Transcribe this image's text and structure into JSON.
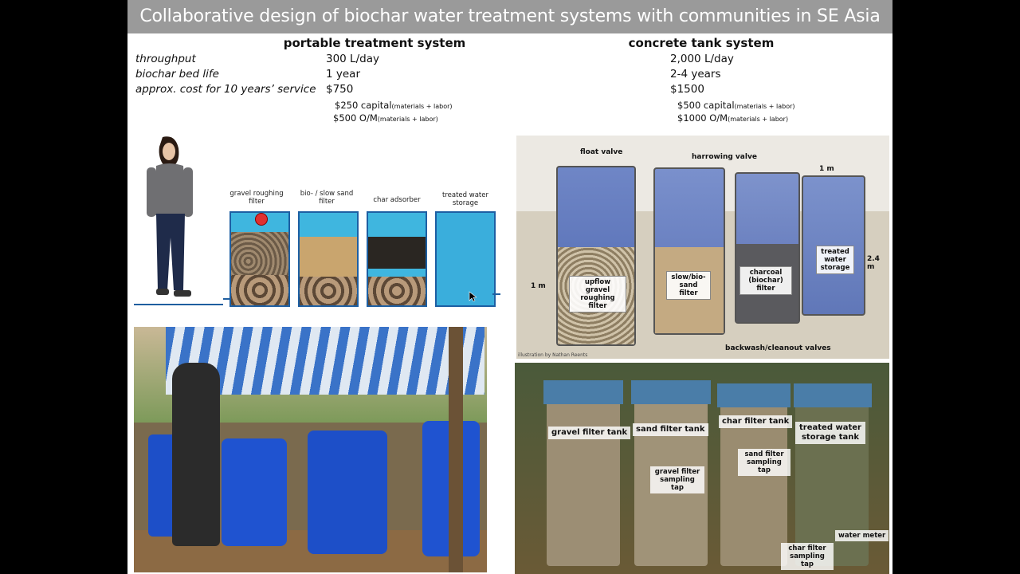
{
  "title": "Collaborative design of biochar water treatment systems with communities in SE Asia",
  "portable": {
    "heading": "portable treatment system",
    "throughput": "300 L/day",
    "bed_life": "1 year",
    "cost": "$750",
    "capital": "$250 capital",
    "capital_note": "(materials + labor)",
    "om": "$500 O/M",
    "om_note": "(materials + labor)"
  },
  "concrete": {
    "heading": "concrete tank system",
    "throughput": "2,000 L/day",
    "bed_life": "2-4 years",
    "cost": "$1500",
    "capital": "$500 capital",
    "capital_note": "(materials + labor)",
    "om": "$1000 O/M",
    "om_note": "(materials + labor)"
  },
  "row_labels": {
    "throughput": "throughput",
    "bed_life": "biochar bed life",
    "cost": "approx. cost for 10 years’ service"
  },
  "portable_diagram": {
    "gravel": "gravel roughing filter",
    "bio_sand": "bio- / slow sand filter",
    "char": "char adsorber",
    "storage": "treated water storage"
  },
  "concrete_diagram": {
    "float_valve": "float valve",
    "harrowing_valve": "harrowing valve",
    "width": "1 m",
    "height_left": "1 m",
    "height_right": "2.4 m",
    "upflow": "upflow gravel roughing filter",
    "slow_bio": "slow/bio-sand filter",
    "charcoal": "charcoal (biochar) filter",
    "treated": "treated water storage",
    "backwash": "backwash/cleanout valves",
    "credit": "illustration by Nathan Reents"
  },
  "photo_labels": {
    "gravel_tank": "gravel filter tank",
    "sand_tank": "sand filter tank",
    "char_tank": "char filter tank",
    "treated_tank": "treated water storage tank",
    "gravel_tap": "gravel filter sampling tap",
    "sand_tap": "sand filter sampling tap",
    "char_tap": "char filter sampling tap",
    "water_meter": "water meter"
  },
  "colors": {
    "title_bar": "#9a9a9a",
    "water": "#3fb6df",
    "barrel_blue": "#1d4fc8"
  }
}
